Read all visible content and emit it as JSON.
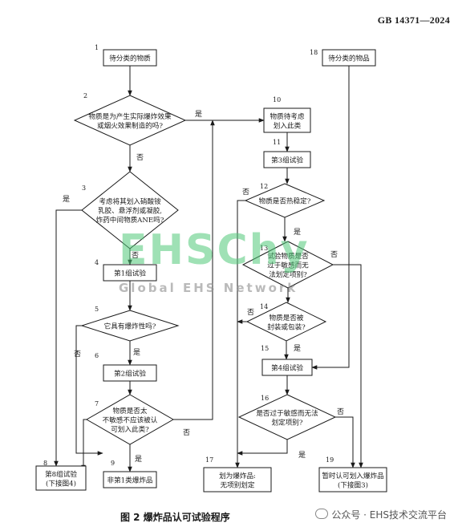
{
  "header": {
    "standard_number": "GB  14371—2024"
  },
  "caption": "图 2    爆炸品认可试验程序",
  "watermark": {
    "brand": "EHSChy",
    "network": "Global EHS Network"
  },
  "source": "公众号 · EHS技术交流平台",
  "nodes": {
    "n1": {
      "num": "1",
      "lines": [
        "待分类的物质"
      ]
    },
    "n2": {
      "num": "2",
      "lines": [
        "物质是为产生实际爆炸效果",
        "或烟火效果制造的吗?"
      ]
    },
    "n3": {
      "num": "3",
      "lines": [
        "考虑将其划入硝酸铵",
        "乳胶、悬浮剂或凝胶,",
        "炸药中间物质ANE吗?"
      ]
    },
    "n4": {
      "num": "4",
      "lines": [
        "第1组试验"
      ]
    },
    "n5": {
      "num": "5",
      "lines": [
        "它具有爆炸性吗?"
      ]
    },
    "n6": {
      "num": "6",
      "lines": [
        "第2组试验"
      ]
    },
    "n7": {
      "num": "7",
      "lines": [
        "物质是否太",
        "不敏感不应该被认",
        "可划入此类?"
      ]
    },
    "n8": {
      "num": "8",
      "lines": [
        "第8组试验",
        "(下接图4)"
      ]
    },
    "n9": {
      "num": "9",
      "lines": [
        "非第1类爆炸品"
      ]
    },
    "n10": {
      "num": "10",
      "lines": [
        "物质待考虑",
        "划入此类"
      ]
    },
    "n11": {
      "num": "11",
      "lines": [
        "第3组试验"
      ]
    },
    "n12": {
      "num": "12",
      "lines": [
        "物质是否热稳定?"
      ]
    },
    "n13": {
      "num": "13",
      "lines": [
        "试验物质是否",
        "过于敏感而无",
        "法划定项别?"
      ]
    },
    "n14": {
      "num": "14",
      "lines": [
        "物质是否被",
        "封装或包装?"
      ]
    },
    "n15": {
      "num": "15",
      "lines": [
        "第4组试验"
      ]
    },
    "n16": {
      "num": "16",
      "lines": [
        "是否过于敏感而无法",
        "划定项别?"
      ]
    },
    "n17": {
      "num": "17",
      "lines": [
        "划为爆炸品:",
        "无项别划定"
      ]
    },
    "n18": {
      "num": "18",
      "lines": [
        "待分类的物品"
      ]
    },
    "n19": {
      "num": "19",
      "lines": [
        "暂时认可划入爆炸品",
        "(下接图3)"
      ]
    }
  },
  "edge_labels": {
    "yes": "是",
    "no": "否"
  }
}
